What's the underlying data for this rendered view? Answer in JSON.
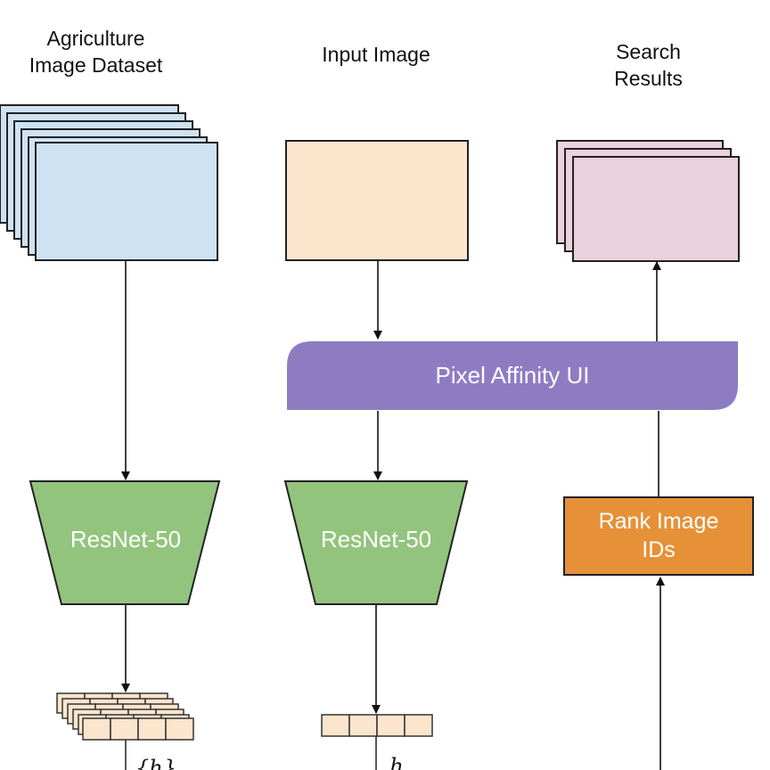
{
  "titles": {
    "dataset": "Agriculture\nImage Dataset",
    "input": "Input Image",
    "results": "Search\nResults"
  },
  "pixel_affinity": {
    "label": "Pixel Affinity UI"
  },
  "encoders": {
    "left_label": "ResNet-50",
    "mid_label": "ResNet-50"
  },
  "rank": {
    "label": "Rank Image\nIDs"
  },
  "embeddings": {
    "set_label": "{h}",
    "single_label": "h"
  },
  "colors": {
    "dataset_fill": "#cfe2f3",
    "input_fill": "#fce5cd",
    "results_fill": "#ead1dc",
    "pill_fill": "#8e7cc3",
    "encoder_fill": "#93c47d",
    "rank_fill": "#e69138",
    "embedding_fill": "#fce5cd"
  }
}
